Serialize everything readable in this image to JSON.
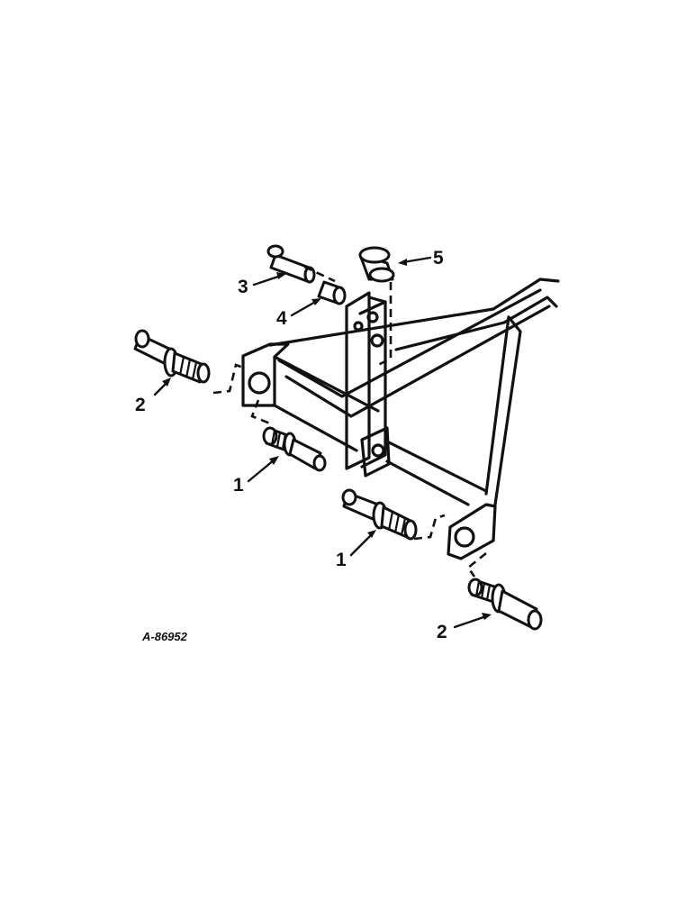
{
  "figure_id": "A-86952",
  "callouts": {
    "c1a": "1",
    "c1b": "1",
    "c2a": "2",
    "c2b": "2",
    "c3": "3",
    "c4": "4",
    "c5": "5"
  }
}
